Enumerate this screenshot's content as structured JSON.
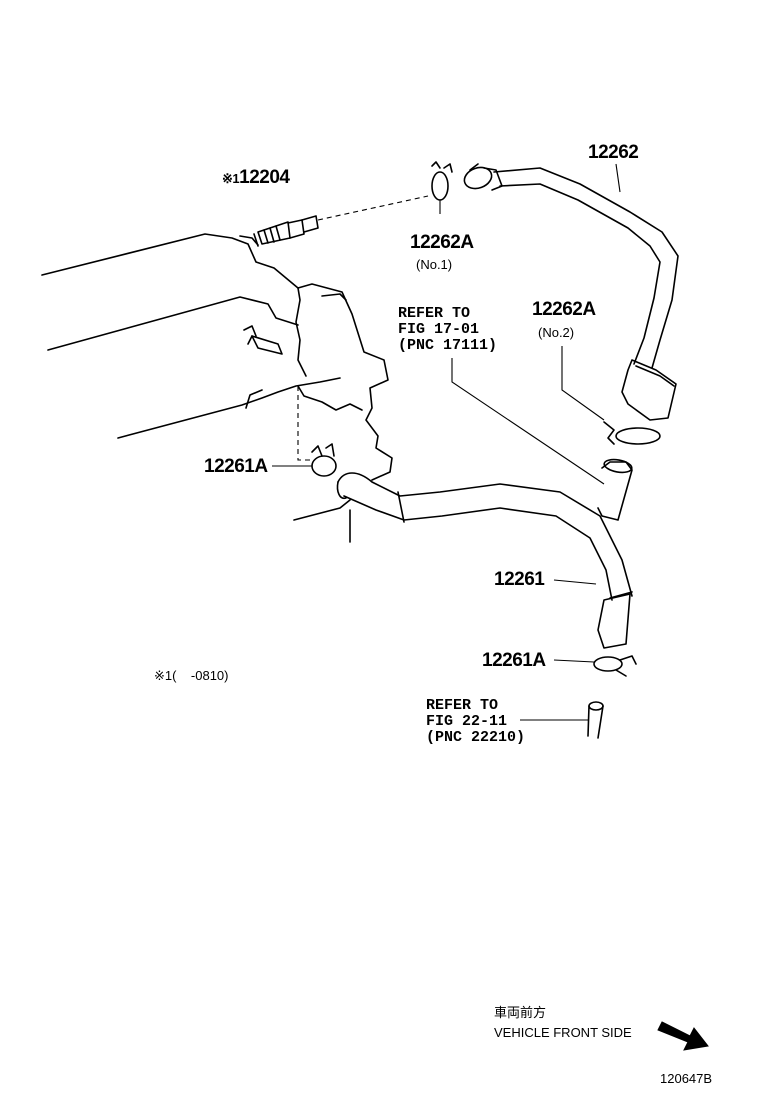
{
  "parts": {
    "p12204": {
      "marker": "※1",
      "number": "12204"
    },
    "p12262": {
      "number": "12262"
    },
    "p12262A_no1": {
      "number": "12262A",
      "note": "(No.1)"
    },
    "p12262A_no2": {
      "number": "12262A",
      "note": "(No.2)"
    },
    "p12261A_upper": {
      "number": "12261A"
    },
    "p12261": {
      "number": "12261"
    },
    "p12261A_lower": {
      "number": "12261A"
    }
  },
  "references": {
    "fig17": {
      "line1": "REFER TO",
      "line2": "FIG 17-01",
      "line3": "(PNC 17111)"
    },
    "fig22": {
      "line1": "REFER TO",
      "line2": "FIG 22-11",
      "line3": "(PNC 22210)"
    }
  },
  "footnote": {
    "marker": "※1",
    "text": "(    -0810)"
  },
  "direction": {
    "japanese": "車両前方",
    "english": "VEHICLE FRONT SIDE"
  },
  "drawing_id": "120647B"
}
